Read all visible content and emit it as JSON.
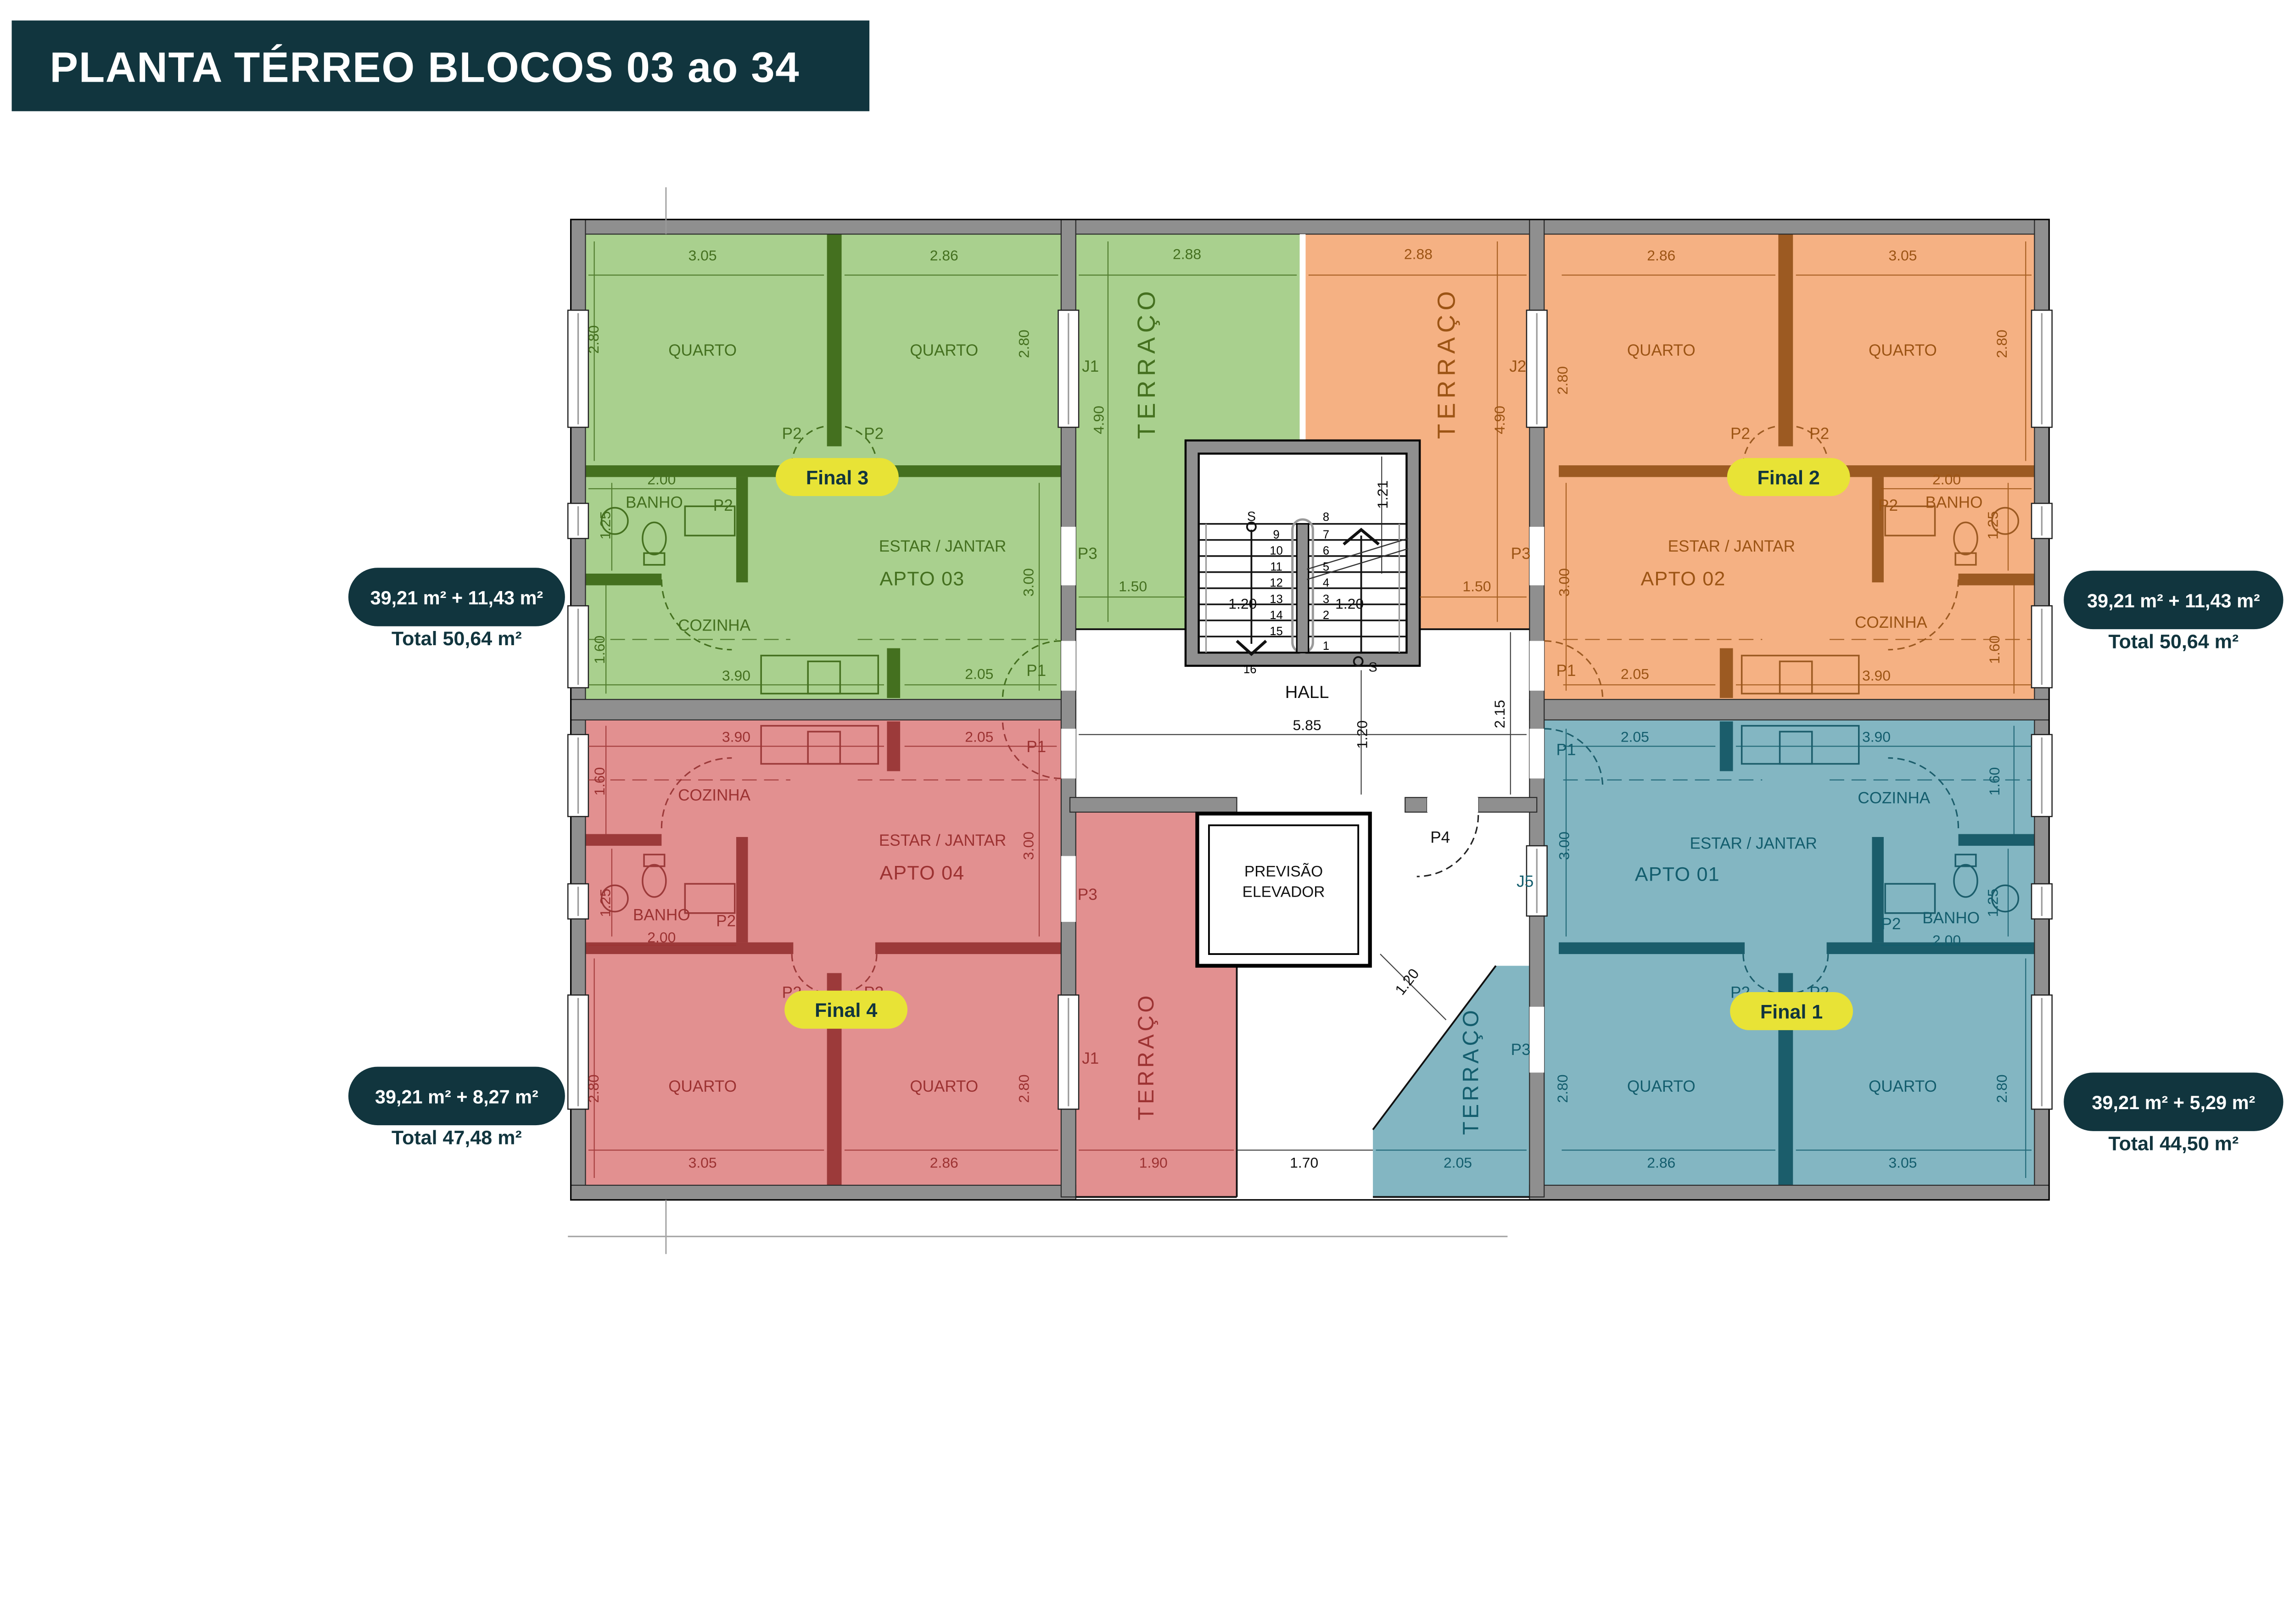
{
  "title": "PLANTA TÉRREO BLOCOS 03 ao 34",
  "colors": {
    "green": "#a9d08e",
    "green_dark": "#44701f",
    "orange": "#f5b183",
    "orange_dark": "#9c5414",
    "red": "#e29090",
    "red_dark": "#9c3232",
    "blue": "#83b6c2",
    "blue_dark": "#135d6d",
    "teal": "#11353e",
    "yellow": "#e8e336",
    "wall": "#8f8f8f"
  },
  "badges": {
    "apto03": {
      "area": "39,21 m² + 11,43 m²",
      "total": "Total 50,64 m²"
    },
    "apto02": {
      "area": "39,21 m² + 11,43 m²",
      "total": "Total 50,64 m²"
    },
    "apto04": {
      "area": "39,21 m² + 8,27 m²",
      "total": "Total 47,48 m²"
    },
    "apto01": {
      "area": "39,21 m² + 5,29 m²",
      "total": "Total 44,50  m²"
    }
  },
  "aptos": {
    "a1": "APTO 01",
    "a2": "APTO 02",
    "a3": "APTO 03",
    "a4": "APTO 04"
  },
  "finals": {
    "f1": "Final 1",
    "f2": "Final 2",
    "f3": "Final 3",
    "f4": "Final 4"
  },
  "rooms": {
    "quarto": "QUARTO",
    "estar": "ESTAR / JANTAR",
    "cozinha": "COZINHA",
    "banho": "BANHO",
    "terraco": "TERRAÇO",
    "hall": "HALL",
    "prev_l1": "PREVISÃO",
    "prev_l2": "ELEVADOR"
  },
  "doors": {
    "p1": "P1",
    "p2": "P2",
    "p3": "P3",
    "p4": "P4"
  },
  "windows": {
    "j1": "J1",
    "j2": "J2",
    "j5": "J5"
  },
  "dims": {
    "d121": "1.21",
    "d120": "1.20",
    "d125": "1.25",
    "d150": "1.50",
    "d160": "1.60",
    "d170": "1.70",
    "d190": "1.90",
    "d200": "2.00",
    "d205": "2.05",
    "d215": "2.15",
    "d280": "2.80",
    "d286": "2.86",
    "d288": "2.88",
    "d300": "3.00",
    "d305": "3.05",
    "d390": "3.90",
    "d490": "4.90",
    "d585": "5.85"
  },
  "stairs": {
    "s": "S",
    "n1": "1",
    "n2": "2",
    "n3": "3",
    "n4": "4",
    "n5": "5",
    "n6": "6",
    "n7": "7",
    "n8": "8",
    "n9": "9",
    "n10": "10",
    "n11": "11",
    "n12": "12",
    "n13": "13",
    "n14": "14",
    "n15": "15",
    "n16": "16"
  }
}
